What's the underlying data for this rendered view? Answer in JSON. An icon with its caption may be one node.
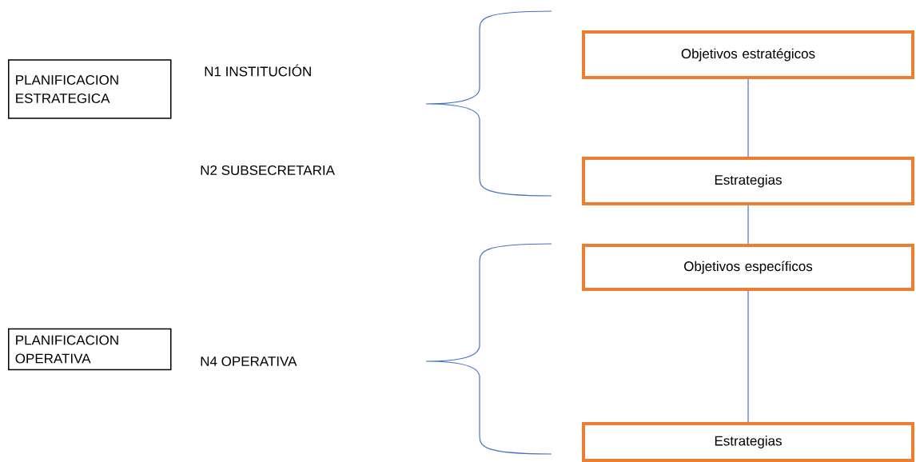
{
  "diagram": {
    "nodes": [
      {
        "text": [
          "PLANIFICACION ESTRATEGICA"
        ]
      },
      {
        "text": [
          "PLANIFICACION OPERATIVA"
        ]
      },
      {
        "text": [
          "Objetivos estratégicos"
        ]
      },
      {
        "text": [
          "Estrategias"
        ]
      },
      {
        "text": [
          "Objetivos específicos"
        ]
      },
      {
        "text": [
          "Estrategias"
        ]
      }
    ],
    "edges": [
      {
        "from": 2,
        "to": 3,
        "arrow": "none"
      },
      {
        "from": 3,
        "to": 4,
        "arrow": "none"
      },
      {
        "from": 4,
        "to": 5,
        "arrow": "none"
      }
    ],
    "labels": [
      "N1 INSTITUCIÓN",
      "N2 SUBSECRETARIA",
      "N4 OPERATIVA"
    ]
  }
}
